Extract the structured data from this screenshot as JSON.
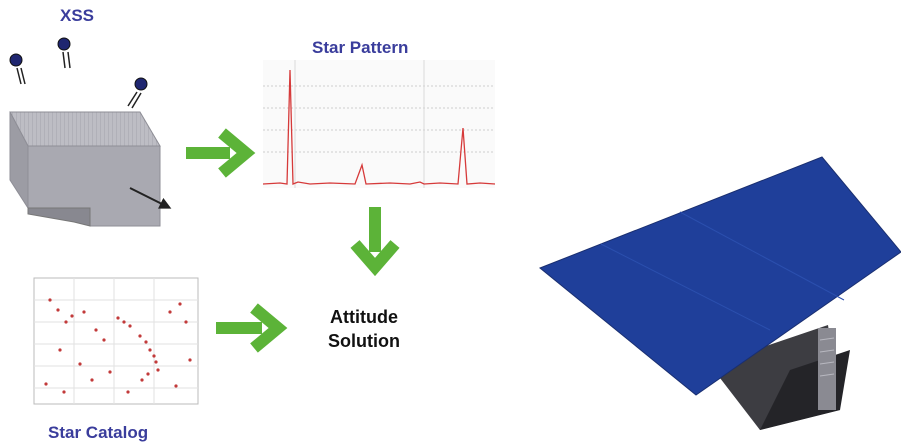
{
  "labels": {
    "xss": "XSS",
    "star_pattern": "Star Pattern",
    "star_catalog": "Star Catalog",
    "attitude_line1": "Attitude",
    "attitude_line2": "Solution"
  },
  "colors": {
    "label_blue": "#3a3d9c",
    "arrow_green": "#5cb338",
    "signal_red": "#d63a3a",
    "panel_blue": "#1f3f9a"
  },
  "icons": [
    "photon-icon",
    "arrow-right-icon",
    "arrow-down-icon"
  ]
}
